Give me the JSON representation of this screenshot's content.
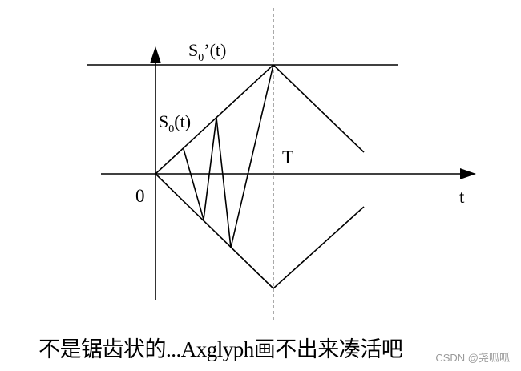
{
  "labels": {
    "s0_prime_base": "S",
    "s0_prime_sub": "0",
    "s0_prime_suffix": "’(t)",
    "s0_base": "S",
    "s0_sub": "0",
    "s0_suffix": "(t)",
    "period": "T",
    "origin": "0",
    "time_axis": "t"
  },
  "caption": "不是锯齿状的...Axglyph画不出来凑活吧",
  "watermark": "CSDN @尧呱呱",
  "colors": {
    "line": "#000000",
    "background": "#ffffff",
    "watermark": "#9a9a9a"
  }
}
